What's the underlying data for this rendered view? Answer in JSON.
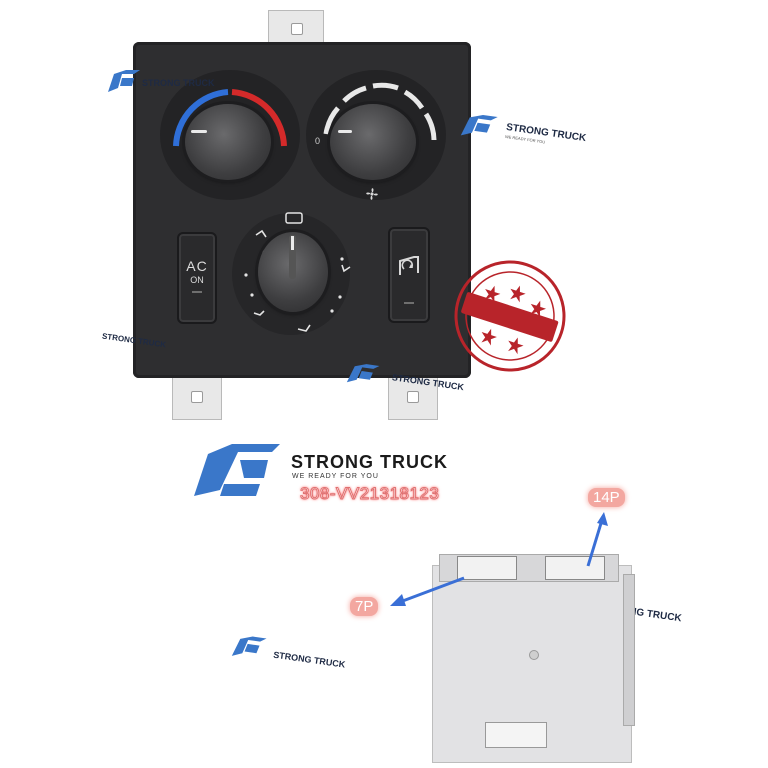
{
  "panel": {
    "ac_button": {
      "label_top": "AC",
      "label_bottom": "ON"
    },
    "fan_scale_zero": "0"
  },
  "watermarks": {
    "brand": "STRONG TRUCK",
    "tagline": "WE READY FOR YOU"
  },
  "main_logo": {
    "brand": "STRONG TRUCK",
    "tagline": "WE READY FOR YOU",
    "part_code": "308-VV21318123"
  },
  "module": {
    "connector_14p": "14P",
    "connector_7p": "7P"
  },
  "colors": {
    "panel": "#2e2e30",
    "brand_blue": "#3a77c9",
    "stamp_red": "#b8242a",
    "arrow_blue": "#3a6fd6"
  }
}
